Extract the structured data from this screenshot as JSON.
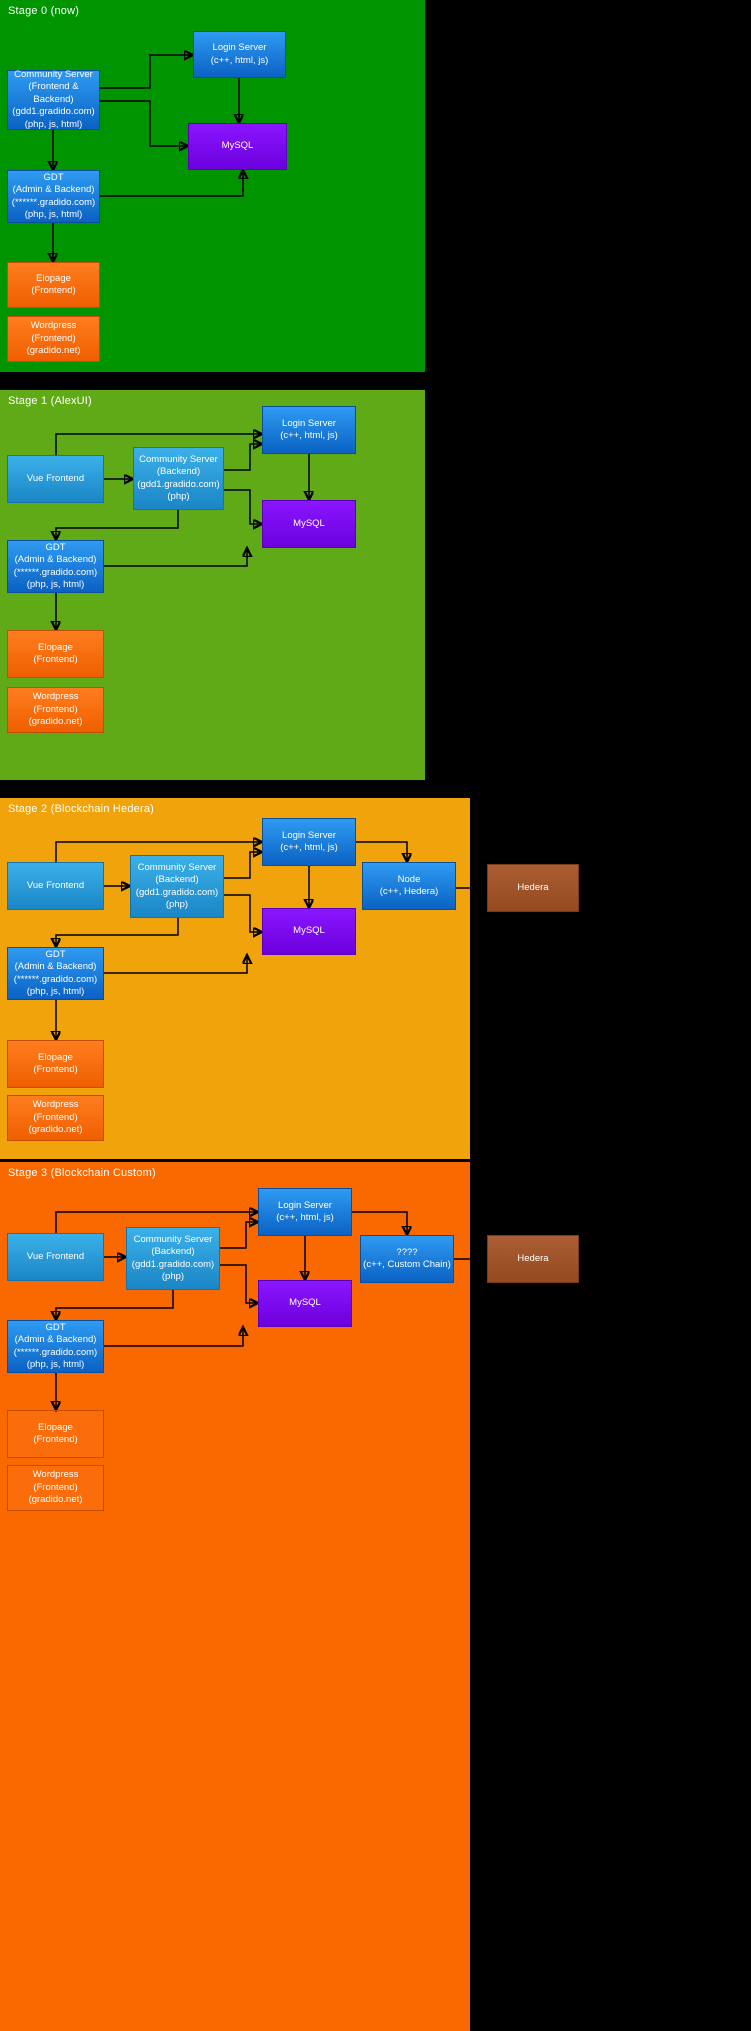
{
  "colors": {
    "page_bg": "#000000",
    "stage0_bg": "#009400",
    "stage1_bg": "#60a917",
    "stage2_bg": "#f0a30a",
    "stage3_bg": "#fa6800",
    "node_blue": "#1566c8",
    "node_lightblue": "#1ba1e2",
    "node_purple": "#7700ee",
    "node_orange": "#f76808",
    "node_brown": "#a0522d",
    "arrow": "#000000",
    "text": "#ffffff"
  },
  "stages": [
    {
      "label": "Stage 0 (now)",
      "bg": "#009400",
      "nodes": {
        "login": {
          "label": "Login Server\n(c++, html, js)",
          "type": "blue"
        },
        "community": {
          "label": "Community Server\n(Frontend & Backend)\n(gdd1.gradido.com)\n(php, js, html)",
          "type": "blue"
        },
        "mysql": {
          "label": "MySQL",
          "type": "purple"
        },
        "gdt": {
          "label": "GDT\n(Admin & Backend)\n(******.gradido.com)\n(php, js, html)",
          "type": "blue"
        },
        "elopage": {
          "label": "Elopage\n(Frontend)",
          "type": "orange"
        },
        "wordpress": {
          "label": "Wordpress\n(Frontend)\n(gradido.net)",
          "type": "orange"
        }
      },
      "edges": [
        "Community Server → Login Server",
        "Community Server → MySQL",
        "Community Server → GDT",
        "Login Server → MySQL",
        "GDT → MySQL",
        "GDT → Elopage"
      ]
    },
    {
      "label": "Stage 1 (AlexUI)",
      "bg": "#60a917",
      "nodes": {
        "login": {
          "label": "Login Server\n(c++, html, js)",
          "type": "blue"
        },
        "vue": {
          "label": "Vue Frontend",
          "type": "lightblue"
        },
        "community": {
          "label": "Community Server\n(Backend)\n(gdd1.gradido.com)\n(php)",
          "type": "lightblue"
        },
        "mysql": {
          "label": "MySQL",
          "type": "purple"
        },
        "gdt": {
          "label": "GDT\n(Admin & Backend)\n(******.gradido.com)\n(php, js, html)",
          "type": "blue"
        },
        "elopage": {
          "label": "Elopage\n(Frontend)",
          "type": "orange"
        },
        "wordpress": {
          "label": "Wordpress\n(Frontend)\n(gradido.net)",
          "type": "orange"
        }
      },
      "edges": [
        "Vue Frontend → Login Server",
        "Vue Frontend → Community Server",
        "Community Server → Login Server",
        "Community Server → MySQL",
        "Community Server → GDT",
        "Login Server → MySQL",
        "GDT → MySQL",
        "GDT → Elopage"
      ]
    },
    {
      "label": "Stage 2 (Blockchain Hedera)",
      "bg": "#f0a30a",
      "nodes": {
        "login": {
          "label": "Login Server\n(c++, html, js)",
          "type": "blue"
        },
        "vue": {
          "label": "Vue Frontend",
          "type": "lightblue"
        },
        "community": {
          "label": "Community Server\n(Backend)\n(gdd1.gradido.com)\n(php)",
          "type": "lightblue"
        },
        "node": {
          "label": "Node\n(c++, Hedera)",
          "type": "blue"
        },
        "mysql": {
          "label": "MySQL",
          "type": "purple"
        },
        "gdt": {
          "label": "GDT\n(Admin & Backend)\n(******.gradido.com)\n(php, js, html)",
          "type": "blue"
        },
        "elopage": {
          "label": "Elopage\n(Frontend)",
          "type": "orange"
        },
        "wordpress": {
          "label": "Wordpress\n(Frontend)\n(gradido.net)",
          "type": "orange"
        },
        "hedera": {
          "label": "Hedera",
          "type": "brown"
        }
      },
      "edges": [
        "Vue Frontend → Login Server",
        "Vue Frontend → Community Server",
        "Community Server → Login Server",
        "Community Server → MySQL",
        "Community Server → GDT",
        "Login Server → MySQL",
        "Login Server → Node",
        "Node → Hedera",
        "GDT → MySQL",
        "GDT → Elopage"
      ]
    },
    {
      "label": "Stage 3 (Blockchain Custom)",
      "bg": "#fa6800",
      "nodes": {
        "login": {
          "label": "Login Server\n(c++, html, js)",
          "type": "blue"
        },
        "vue": {
          "label": "Vue Frontend",
          "type": "lightblue"
        },
        "community": {
          "label": "Community Server\n(Backend)\n(gdd1.gradido.com)\n(php)",
          "type": "lightblue"
        },
        "custom": {
          "label": "????\n(c++, Custom Chain)",
          "type": "blue"
        },
        "mysql": {
          "label": "MySQL",
          "type": "purple"
        },
        "gdt": {
          "label": "GDT\n(Admin & Backend)\n(******.gradido.com)\n(php, js, html)",
          "type": "blue"
        },
        "elopage": {
          "label": "Elopage\n(Frontend)",
          "type": "ghost"
        },
        "wordpress": {
          "label": "Wordpress\n(Frontend)\n(gradido.net)",
          "type": "ghost"
        },
        "hedera": {
          "label": "Hedera",
          "type": "brown"
        }
      },
      "edges": [
        "Vue Frontend → Login Server",
        "Vue Frontend → Community Server",
        "Community Server → Login Server",
        "Community Server → MySQL",
        "Community Server → GDT",
        "Login Server → MySQL",
        "Login Server → ????",
        "???? → Hedera",
        "GDT → MySQL",
        "GDT → Elopage"
      ]
    }
  ]
}
